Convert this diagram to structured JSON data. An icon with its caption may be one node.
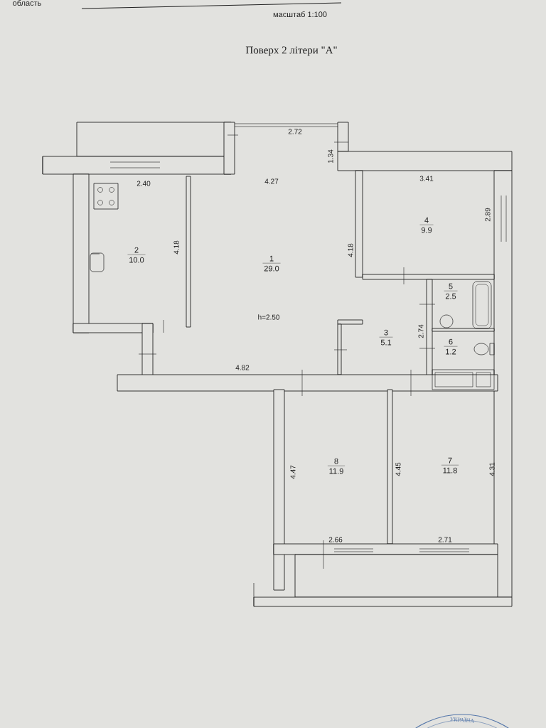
{
  "diagram": {
    "title": "Поверх 2 літери \"А\"",
    "nodes": [
      {
        "text": [
          "1",
          "29.0"
        ]
      },
      {
        "text": [
          "2",
          "10.0"
        ]
      },
      {
        "text": [
          "3",
          "5.1"
        ]
      },
      {
        "text": [
          "4",
          "9.9"
        ]
      },
      {
        "text": [
          "5",
          "2.5"
        ]
      },
      {
        "text": [
          "6",
          "1.2"
        ]
      },
      {
        "text": [
          "7",
          "11.8"
        ]
      },
      {
        "text": [
          "8",
          "11.9"
        ]
      }
    ],
    "edges": [],
    "labels": [
      "область",
      "масштаб 1:100",
      "2.72",
      "1.34",
      "2.40",
      "4.27",
      "3.41",
      "2.89",
      "4.18",
      "4.18",
      "h=2.50",
      "2.74",
      "4.82",
      "4.47",
      "4.45",
      "4.31",
      "2.66",
      "2.71",
      "УКРАЇНА"
    ]
  }
}
